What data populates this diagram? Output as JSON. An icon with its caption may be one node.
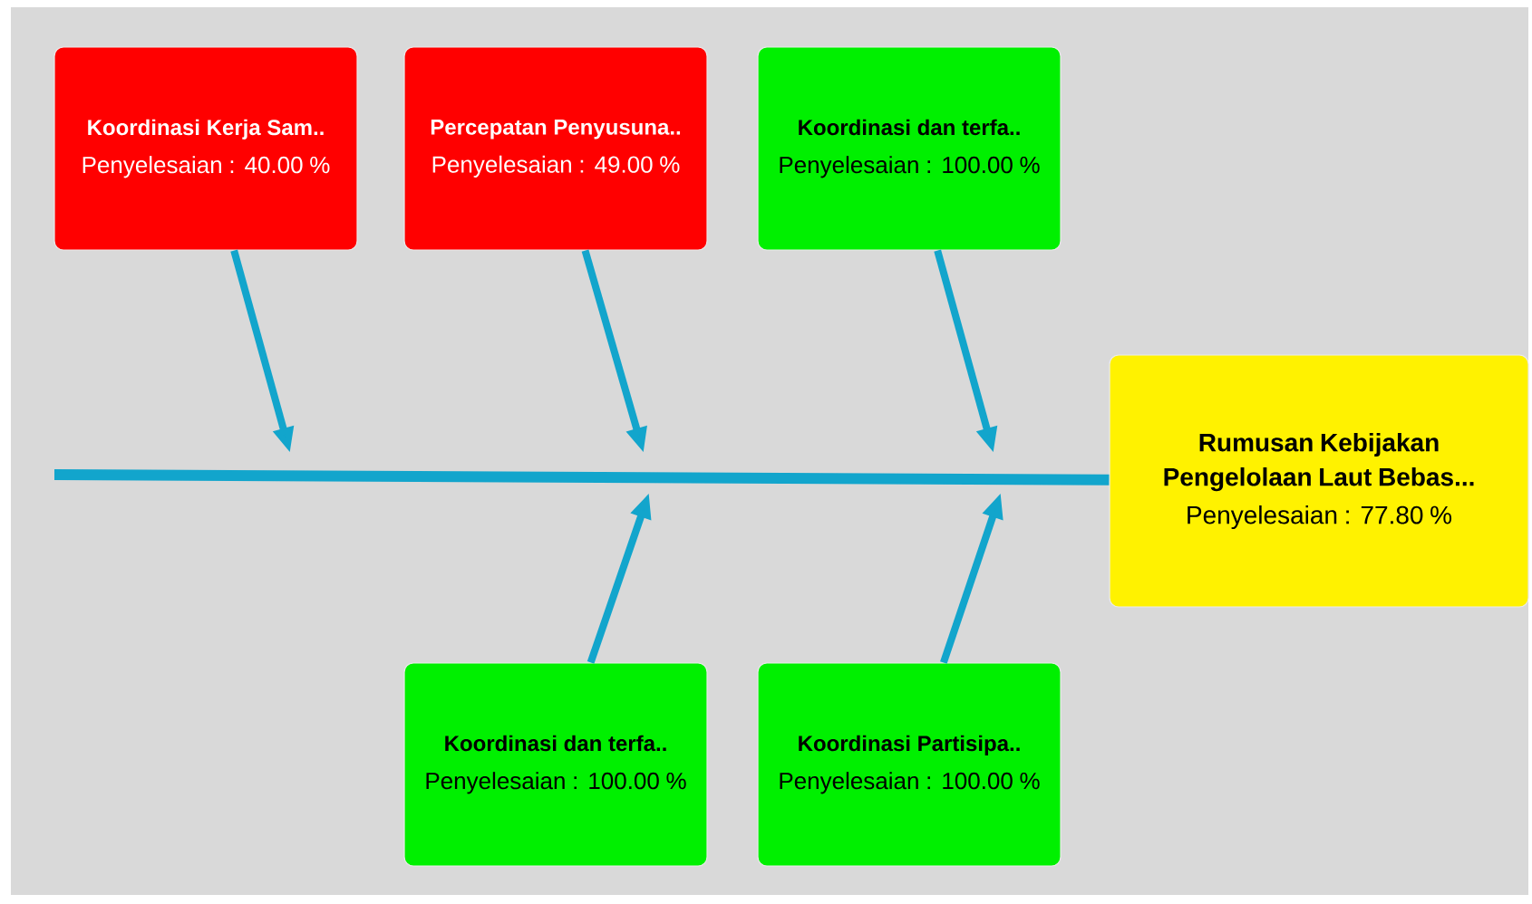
{
  "diagram": {
    "nodes": [
      {
        "text": [
          "Koordinasi Kerja Sam..",
          "Penyelesaian : 40.00 %"
        ]
      },
      {
        "text": [
          "Percepatan Penyusuna..",
          "Penyelesaian : 49.00 %"
        ]
      },
      {
        "text": [
          "Koordinasi dan terfa..",
          "Penyelesaian : 100.00 %"
        ]
      },
      {
        "text": [
          "Koordinasi dan terfa..",
          "Penyelesaian : 100.00 %"
        ]
      },
      {
        "text": [
          "Koordinasi Partisipa..",
          "Penyelesaian : 100.00 %"
        ]
      },
      {
        "text": [
          "Rumusan Kebijakan Pengelolaan Laut Bebas...",
          "Penyelesaian : 77.80 %"
        ]
      }
    ],
    "edges": [
      {
        "from": null,
        "to": 5,
        "arrow": "none"
      },
      {
        "from": 0,
        "to": null,
        "arrow": "to"
      },
      {
        "from": 1,
        "to": null,
        "arrow": "to"
      },
      {
        "from": 2,
        "to": null,
        "arrow": "to"
      },
      {
        "from": 3,
        "to": null,
        "arrow": "to"
      },
      {
        "from": 4,
        "to": null,
        "arrow": "to"
      }
    ]
  }
}
